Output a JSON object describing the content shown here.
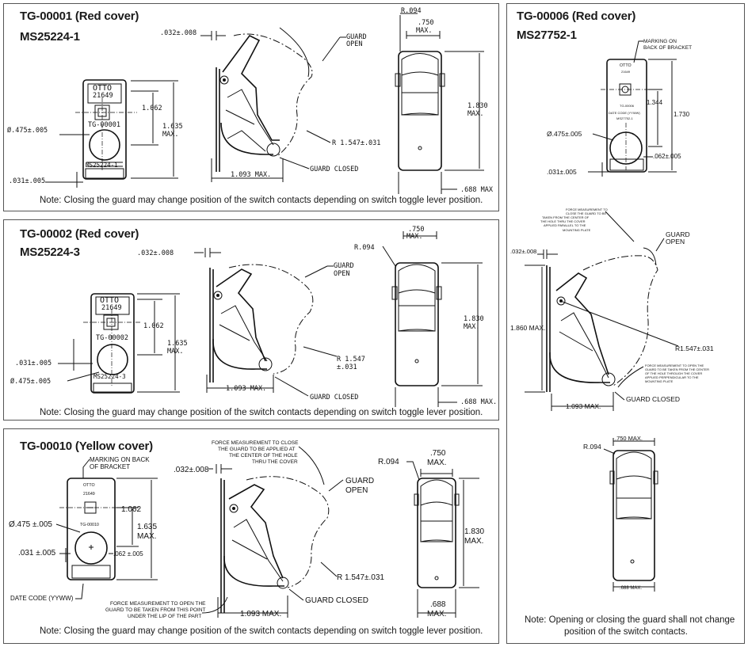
{
  "panels": {
    "p1": {
      "title": "TG-00001 (Red cover)",
      "subtitle": "MS25224-1",
      "labels": {
        "otto": "OTTO",
        "code": "21649",
        "tg": "TG-00001",
        "ms": "MS25224-1",
        "d032": ".032±.008",
        "d1062": "1.062",
        "d1635": "1.635",
        "max1": "MAX.",
        "d475": "Ø.475±.005",
        "d031": ".031±.005",
        "guard_open_1": "GUARD",
        "guard_open_2": "OPEN",
        "radius": "R 1.547±.031",
        "guard_closed": "GUARD CLOSED",
        "d1093": "1.093 MAX.",
        "r094": "R.094",
        "d750": ".750",
        "max2": "MAX.",
        "d1830": "1.830",
        "max3": "MAX.",
        "d688": ".688 MAX"
      },
      "note": "Note: Closing the guard may change position of the switch contacts depending on switch toggle lever position."
    },
    "p2": {
      "title": "TG-00002 (Red cover)",
      "subtitle": "MS25224-3",
      "labels": {
        "otto": "OTTO",
        "code": "21649",
        "tg": "TG-00002",
        "ms": "MS25224-3",
        "d032": ".032±.008",
        "d1062": "1.062",
        "d1635": "1.635",
        "max1": "MAX.",
        "d031": ".031±.005",
        "d475": "Ø.475±.005",
        "guard_open_1": "GUARD",
        "guard_open_2": "OPEN",
        "radius_1": "R 1.547",
        "radius_2": "±.031",
        "d1093": "1.093 MAX.",
        "guard_closed": "GUARD CLOSED",
        "r094": "R.094",
        "d750": ".750",
        "max2": "MAX.",
        "d1830": "1.830",
        "max3": "MAX.",
        "d688": ".688 MAX."
      },
      "note": "Note: Closing the guard may change position of the switch contacts depending on switch toggle lever position."
    },
    "p3": {
      "title": "TG-00010 (Yellow cover)",
      "labels": {
        "marking_1": "MARKING ON BACK",
        "marking_2": "OF BRACKET",
        "otto": "OTTO",
        "code": "21649",
        "tg": "TG-00010",
        "d1062": "1.062",
        "d1635": "1.635",
        "max1": "MAX.",
        "d475": "Ø.475 ±.005",
        "d031": ".031 ±.005",
        "d062": ".062 ±.005",
        "date_code": "DATE CODE (YYWW)",
        "force_close_1": "FORCE MEASUREMENT TO CLOSE",
        "force_close_2": "THE GUARD TO BE APPLIED AT",
        "force_close_3": "THE CENTER OF THE HOLE",
        "force_close_4": "THRU THE COVER",
        "d032": ".032±.008",
        "guard_open_1": "GUARD",
        "guard_open_2": "OPEN",
        "radius": "R 1.547±.031",
        "guard_closed": "GUARD CLOSED",
        "d1093": "1.093 MAX.",
        "force_open_1": "FORCE MEASUREMENT TO OPEN THE",
        "force_open_2": "GUARD TO BE TAKEN FROM THIS POINT",
        "force_open_3": "UNDER THE LIP OF THE PART",
        "r094": "R.094",
        "d750": ".750",
        "max2": "MAX.",
        "d1830": "1.830",
        "max3": "MAX.",
        "d688": ".688",
        "max4": "MAX."
      },
      "note": "Note: Closing the guard may change position of the switch contacts depending on switch toggle lever position."
    },
    "p4": {
      "title": "TG-00006 (Red cover)",
      "subtitle": "MS27752-1",
      "labels": {
        "marking_1": "MARKING ON",
        "marking_2": "BACK OF BRACKET",
        "otto": "OTTO",
        "code": "21649",
        "tg": "TG-00006",
        "date_1": "DATE CODE (YYWW)",
        "date_2": "MS27752-1",
        "d1344": "1.344",
        "d1730": "1.730",
        "d475": "Ø.475±.005",
        "d062": ".062±.005",
        "d031": ".031±.005",
        "fc_1": "FORCE MEASUREMENT TO",
        "fc_2": "CLOSE THE GUARD TO BE",
        "fc_3": "TAKEN FROM THE CENTER OF",
        "fc_4": "THE HOLE THRU THE COVER",
        "fc_5": "APPLIED PARALLEL TO THE",
        "fc_6": "MOUNTING PLATE",
        "d032": ".032±.008",
        "guard_open_1": "GUARD",
        "guard_open_2": "OPEN",
        "d1860": "1.860 MAX.",
        "radius": "R1.547±.031",
        "fo_1": "FORCE MEASUREMENT TO OPEN THE",
        "fo_2": "GUARD TO BE TAKEN FROM THE CENTER",
        "fo_3": "OF THE HOLE THROUGH THE COVER",
        "fo_4": "APPLIED PERPENDICULAR TO THE",
        "fo_5": "MOUNTING PLATE",
        "d1093": "1.093 MAX.",
        "guard_closed": "GUARD CLOSED",
        "d750": ".750 MAX.",
        "r094": "R.094",
        "d688": ".688 MAX."
      },
      "note_1": "Note: Opening or closing the guard shall not change",
      "note_2": "position of the switch contacts."
    }
  }
}
